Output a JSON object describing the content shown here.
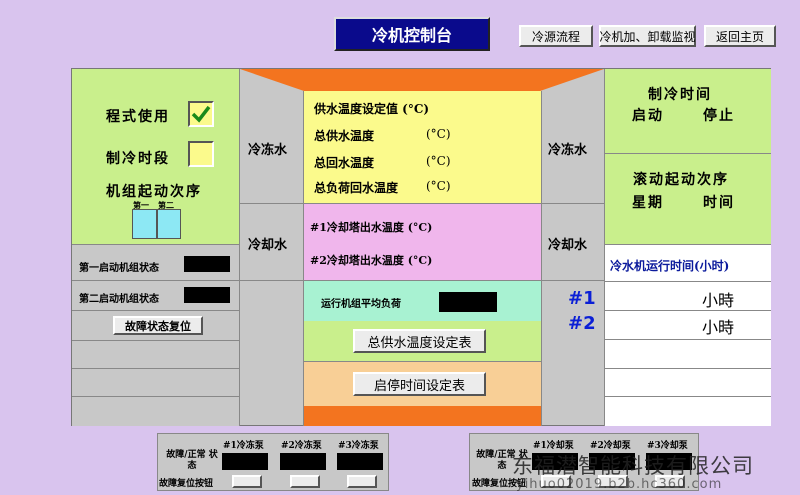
{
  "header": {
    "title": "冷机控制台",
    "buttons": [
      "冷源流程",
      "冷机加、卸载监视",
      "返回主页"
    ]
  },
  "left_panel": {
    "program_use": "程式使用",
    "cooling_period": "制冷时段",
    "startup_sequence": "机组起动次序",
    "first": "第一",
    "second": "第二",
    "first_status": "第一启动机组状态",
    "second_status": "第二启动机组状态",
    "fault_reset": "故障状态复位"
  },
  "center": {
    "chilled_water": "冷冻水",
    "cooling_water": "冷却水",
    "supply_setpoint": "供水温度设定值 (°C)",
    "total_supply": "总供水温度",
    "total_return": "总回水温度",
    "total_load_return": "总负荷回水温度",
    "unit_c": "(°C)",
    "tower1_out": "#1冷却塔出水温度 (°C)",
    "tower2_out": "#2冷却塔出水温度 (°C)",
    "avg_load": "运行机组平均负荷",
    "supply_table_btn": "总供水温度设定表",
    "startstop_table_btn": "启停时间设定表"
  },
  "right_panel": {
    "cooling_time": "制冷时间",
    "start": "启动",
    "stop": "停止",
    "rolling_sequence": "滚动起动次序",
    "weekday": "星期",
    "time": "时间",
    "runtime_title": "冷水机运行时间(小时)",
    "unit1": "#1",
    "unit2": "#2",
    "hours_label": "小時"
  },
  "bottom_left": {
    "fault_normal": "故障/正常 状态",
    "reset_btn": "故障复位按钮",
    "pumps": [
      "#1冷冻泵",
      "#2冷冻泵",
      "#3冷冻泵"
    ]
  },
  "bottom_right": {
    "fault_normal": "故障/正常 状态",
    "reset_btn": "故障复位按钮",
    "pumps": [
      "#1冷却泵",
      "#2冷却泵",
      "#3冷却泵"
    ]
  },
  "watermark": {
    "company": "东福潜智能科技有限公司",
    "url": "yihuo02019.b2b.hc360.com"
  }
}
